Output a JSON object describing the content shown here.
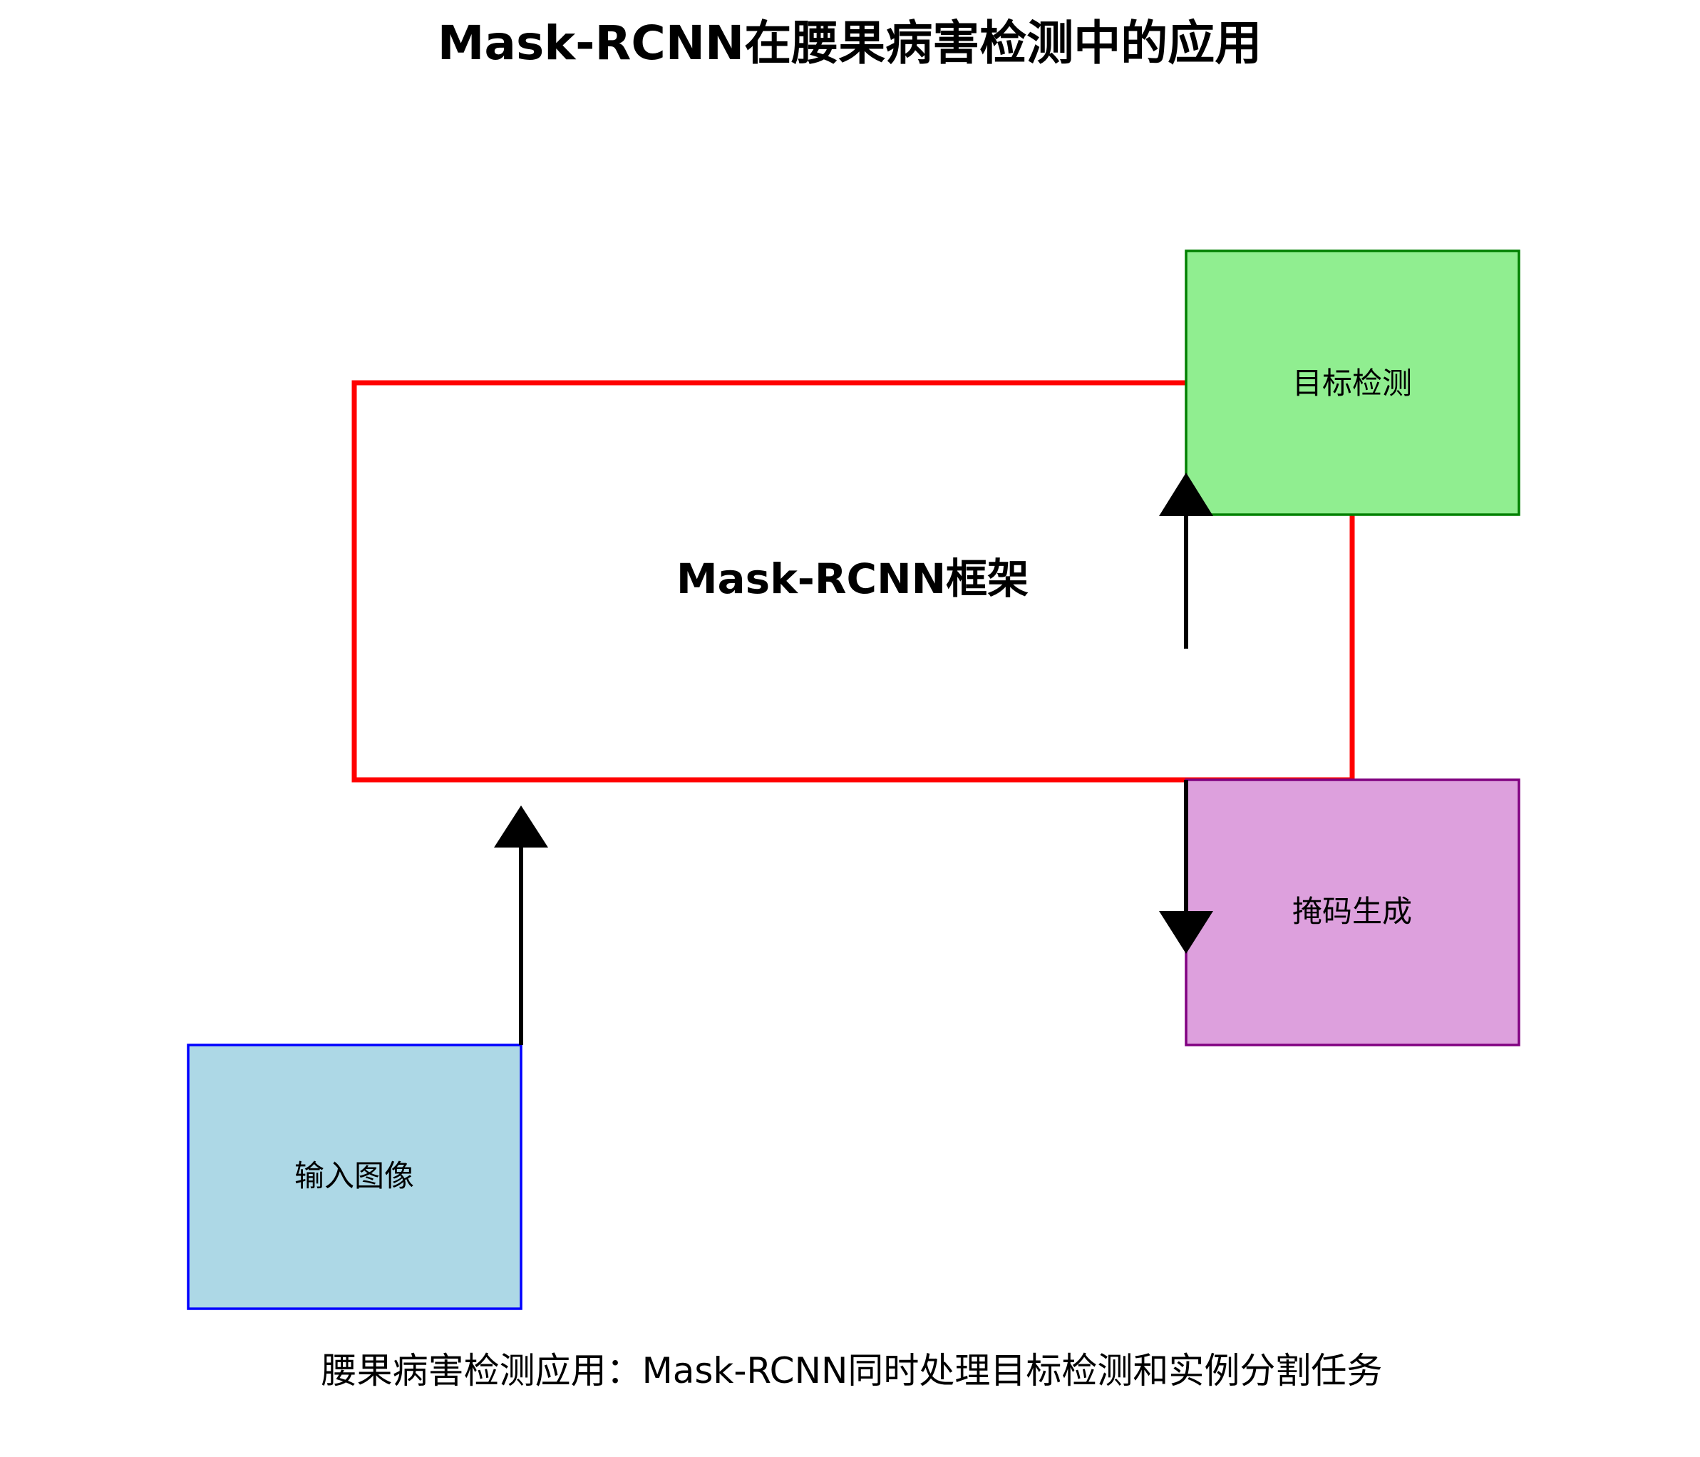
{
  "title": "Mask-RCNN在腰果病害检测中的应用",
  "framework": {
    "label": "Mask-RCNN框架",
    "border_color": "#ff0000"
  },
  "nodes": {
    "input_image": {
      "label": "输入图像",
      "fill": "#add8e6",
      "stroke": "#0000ff"
    },
    "object_detection": {
      "label": "目标检测",
      "fill": "#90ee90",
      "stroke": "#008000"
    },
    "mask_generation": {
      "label": "掩码生成",
      "fill": "#dda0dd",
      "stroke": "#800080"
    }
  },
  "arrow_color": "#000000",
  "caption": "腰果病害检测应用：Mask-RCNN同时处理目标检测和实例分割任务"
}
